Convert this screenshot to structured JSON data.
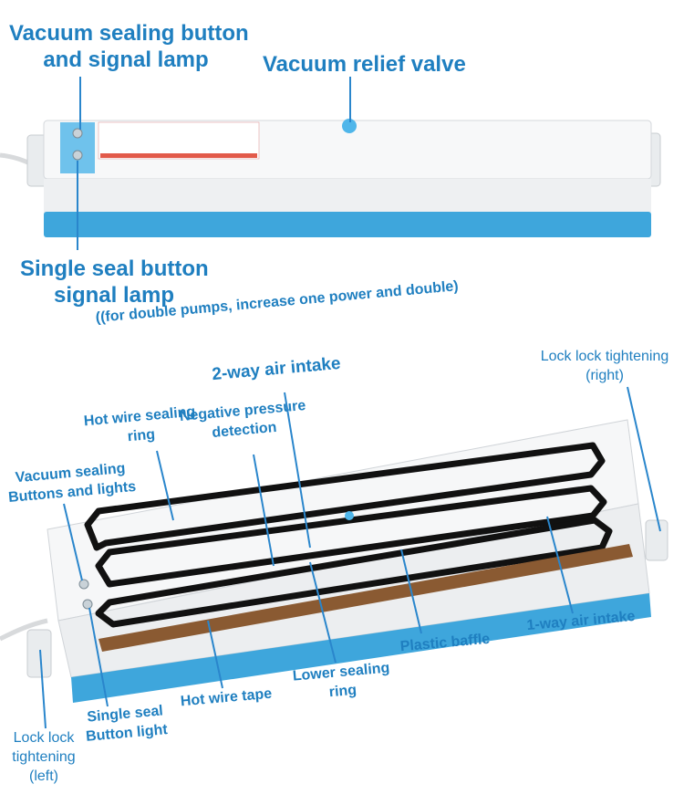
{
  "top": {
    "vacuum_sealing_button_1": "Vacuum sealing button",
    "vacuum_sealing_button_2": "and signal lamp",
    "vacuum_relief_valve": "Vacuum relief valve",
    "single_seal_1": "Single seal button",
    "single_seal_2": "signal lamp"
  },
  "bottom": {
    "double_pumps_note": "((for double pumps, increase one power and double)",
    "lock_right_1": "Lock lock tightening",
    "lock_right_2": "(right)",
    "two_way_intake": "2-way air intake",
    "hot_wire_ring_1": "Hot wire sealing",
    "hot_wire_ring_2": "ring",
    "negative_pressure_1": "Negative pressure",
    "negative_pressure_2": "detection",
    "vacuum_sealing_1": "Vacuum sealing",
    "vacuum_sealing_2": "Buttons and lights",
    "one_way_intake": "1-way air intake",
    "plastic_baffle": "Plastic baffle",
    "lower_ring_1": "Lower sealing",
    "lower_ring_2": "ring",
    "hot_wire_tape": "Hot wire tape",
    "single_seal_1": "Single seal",
    "single_seal_2": "Button light",
    "lock_left_1": "Lock lock",
    "lock_left_2": "tightening",
    "lock_left_3": "(left)"
  },
  "colors": {
    "accent": "#1f7fc0",
    "device_blue": "#3ea6dc",
    "device_white": "#f2f4f6",
    "gasket": "#111111",
    "tape": "#8a5a32"
  }
}
